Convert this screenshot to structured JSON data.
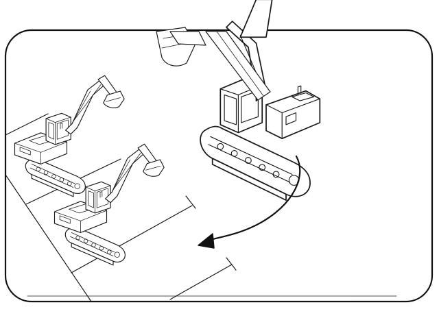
{
  "diagram": {
    "frame_color": "#111111",
    "line_color": "#1a1a1a",
    "background": "#ffffff",
    "subjects": [
      {
        "kind": "excavator",
        "role": "parked",
        "icon": "excavator-icon"
      },
      {
        "kind": "excavator",
        "role": "parked",
        "icon": "excavator-icon"
      },
      {
        "kind": "excavator",
        "role": "maneuvering",
        "icon": "excavator-icon"
      }
    ],
    "arrow": {
      "kind": "curved-arrow",
      "meaning": "reverse-into-bay",
      "icon": "curved-arrow-icon"
    },
    "bays": {
      "count": 3,
      "style": "diagonal-parking-lines"
    }
  }
}
